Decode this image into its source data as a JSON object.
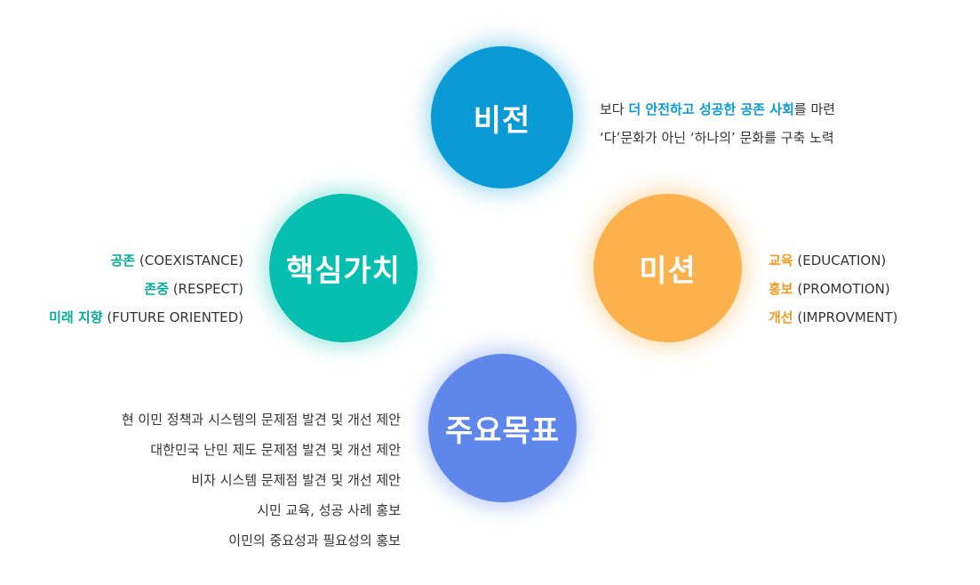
{
  "vision": {
    "title": "비전",
    "line1_pre": "보다 ",
    "line1_highlight": "더 안전하고 성공한 공존 사회",
    "line1_post": "를 마련",
    "line2": "‘다’문화가 아닌 ‘하나의’ 문화를 구축 노력",
    "color": "#0a9bd6"
  },
  "core_values": {
    "title": "핵심가치",
    "color": "#06bfb0",
    "items": [
      {
        "ko": "공존",
        "en": "(COEXISTANCE)"
      },
      {
        "ko": "존중",
        "en": "(RESPECT)"
      },
      {
        "ko": "미래 지향",
        "en": "(FUTURE ORIENTED)"
      }
    ]
  },
  "mission": {
    "title": "미션",
    "color": "#fcb14c",
    "items": [
      {
        "ko": "교육",
        "en": "(EDUCATION)"
      },
      {
        "ko": "홍보",
        "en": "(PROMOTION)"
      },
      {
        "ko": "개선",
        "en": "(IMPROVMENT)"
      }
    ]
  },
  "goals": {
    "title": "주요목표",
    "color": "#5f86eb",
    "items": [
      "현 이민 정책과 시스템의 문제점 발견 및 개선 제안",
      "대한민국 난민 제도 문제점 발견 및 개선 제안",
      "비자 시스템 문제점 발견 및 개선 제안",
      "시민 교육, 성공 사례 홍보",
      "이민의 중요성과 필요성의 홍보"
    ]
  }
}
